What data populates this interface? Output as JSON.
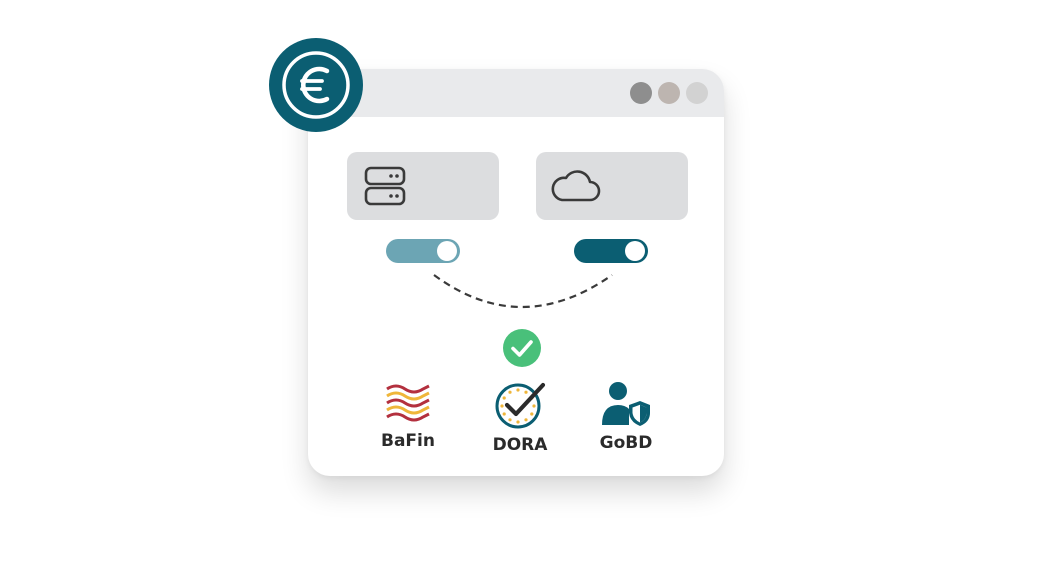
{
  "colors": {
    "teal": "#0b5e72",
    "teal_light": "#6ca5b4",
    "check_green": "#49c07a",
    "card_gray": "#dcdddf",
    "titlebar_gray": "#e9eaec",
    "dot_1": "#8e8e8e",
    "dot_2": "#bdb5b0",
    "dot_3": "#d2d2d2",
    "bafin_red": "#b3303e",
    "bafin_yellow": "#efb63a"
  },
  "header": {
    "currency_icon": "euro-icon"
  },
  "window_controls": [
    "dot",
    "dot",
    "dot"
  ],
  "cards": [
    {
      "icon": "server-icon"
    },
    {
      "icon": "cloud-icon"
    }
  ],
  "toggles": [
    {
      "state": "on",
      "style": "light"
    },
    {
      "state": "on",
      "style": "dark"
    }
  ],
  "status": {
    "icon": "check-icon"
  },
  "badges": [
    {
      "label": "BaFin",
      "icon": "bafin-logo"
    },
    {
      "label": "DORA",
      "icon": "dora-seal-icon"
    },
    {
      "label": "GoBD",
      "icon": "user-shield-icon"
    }
  ]
}
